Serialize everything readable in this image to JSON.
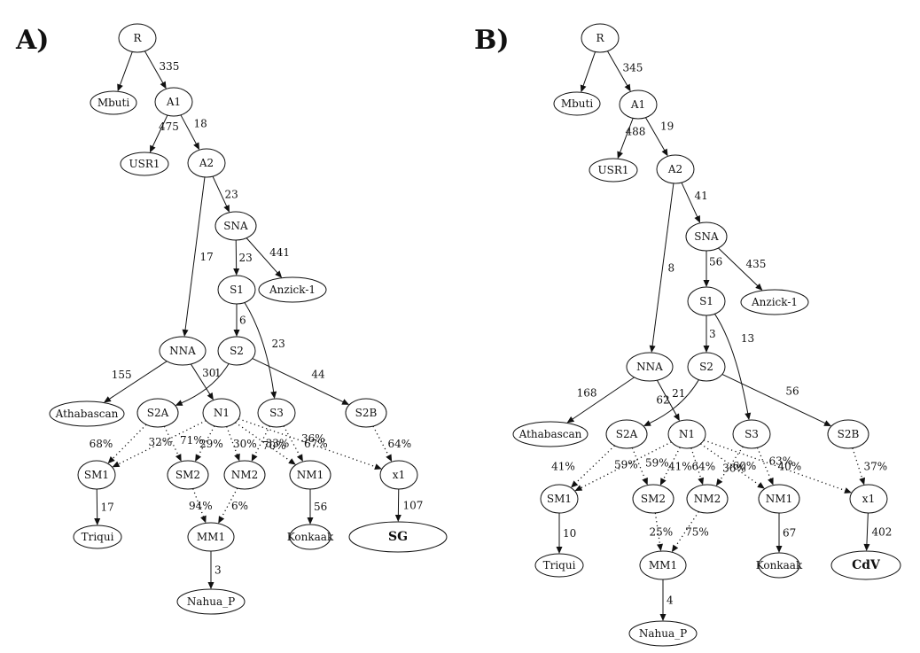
{
  "panels": [
    {
      "label": "A)",
      "nodes": [
        {
          "id": "R",
          "label": "R"
        },
        {
          "id": "Mbuti",
          "label": "Mbuti"
        },
        {
          "id": "A1",
          "label": "A1"
        },
        {
          "id": "USR1",
          "label": "USR1"
        },
        {
          "id": "A2",
          "label": "A2"
        },
        {
          "id": "SNA",
          "label": "SNA"
        },
        {
          "id": "S1",
          "label": "S1"
        },
        {
          "id": "Anzick",
          "label": "Anzick-1"
        },
        {
          "id": "NNA",
          "label": "NNA"
        },
        {
          "id": "S2",
          "label": "S2"
        },
        {
          "id": "Athabascan",
          "label": "Athabascan"
        },
        {
          "id": "S2A",
          "label": "S2A"
        },
        {
          "id": "N1",
          "label": "N1"
        },
        {
          "id": "S3",
          "label": "S3"
        },
        {
          "id": "S2B",
          "label": "S2B"
        },
        {
          "id": "SM1",
          "label": "SM1"
        },
        {
          "id": "SM2",
          "label": "SM2"
        },
        {
          "id": "NM2",
          "label": "NM2"
        },
        {
          "id": "NM1",
          "label": "NM1"
        },
        {
          "id": "x1",
          "label": "x1"
        },
        {
          "id": "Triqui",
          "label": "Triqui"
        },
        {
          "id": "MM1",
          "label": "MM1"
        },
        {
          "id": "Konkaak",
          "label": "Konkaak"
        },
        {
          "id": "Sample",
          "label": "SG",
          "bold": true
        },
        {
          "id": "Nahua",
          "label": "Nahua_P"
        }
      ],
      "edges": [
        {
          "from": "R",
          "to": "Mbuti",
          "label": ""
        },
        {
          "from": "R",
          "to": "A1",
          "label": "335"
        },
        {
          "from": "A1",
          "to": "USR1",
          "label": "475"
        },
        {
          "from": "A1",
          "to": "A2",
          "label": "18"
        },
        {
          "from": "A2",
          "to": "SNA",
          "label": "23"
        },
        {
          "from": "A2",
          "to": "NNA",
          "label": "17"
        },
        {
          "from": "SNA",
          "to": "S1",
          "label": "23"
        },
        {
          "from": "SNA",
          "to": "Anzick",
          "label": "441"
        },
        {
          "from": "S1",
          "to": "S2",
          "label": "6"
        },
        {
          "from": "S1",
          "to": "S3",
          "label": "23"
        },
        {
          "from": "NNA",
          "to": "Athabascan",
          "label": "155"
        },
        {
          "from": "NNA",
          "to": "N1",
          "label": "30"
        },
        {
          "from": "S2",
          "to": "S2A",
          "label": "1"
        },
        {
          "from": "S2",
          "to": "S2B",
          "label": "44"
        },
        {
          "from": "S2A",
          "to": "SM1",
          "label": "68%",
          "dotted": true
        },
        {
          "from": "N1",
          "to": "SM1",
          "label": "32%",
          "dotted": true
        },
        {
          "from": "S2A",
          "to": "SM2",
          "label": "71%",
          "dotted": true
        },
        {
          "from": "N1",
          "to": "SM2",
          "label": "29%",
          "dotted": true
        },
        {
          "from": "N1",
          "to": "NM2",
          "label": "30%",
          "dotted": true
        },
        {
          "from": "S3",
          "to": "NM2",
          "label": "70%",
          "dotted": true
        },
        {
          "from": "N1",
          "to": "NM1",
          "label": "33%",
          "dotted": true
        },
        {
          "from": "S3",
          "to": "NM1",
          "label": "67%",
          "dotted": true
        },
        {
          "from": "N1",
          "to": "x1",
          "label": "36%",
          "dotted": true
        },
        {
          "from": "S2B",
          "to": "x1",
          "label": "64%",
          "dotted": true
        },
        {
          "from": "SM1",
          "to": "Triqui",
          "label": "17"
        },
        {
          "from": "SM2",
          "to": "MM1",
          "label": "94%",
          "dotted": true
        },
        {
          "from": "NM2",
          "to": "MM1",
          "label": "6%",
          "dotted": true
        },
        {
          "from": "MM1",
          "to": "Nahua",
          "label": "3"
        },
        {
          "from": "NM1",
          "to": "Konkaak",
          "label": "56"
        },
        {
          "from": "x1",
          "to": "Sample",
          "label": "107"
        }
      ]
    },
    {
      "label": "B)",
      "nodes": [
        {
          "id": "R",
          "label": "R"
        },
        {
          "id": "Mbuti",
          "label": "Mbuti"
        },
        {
          "id": "A1",
          "label": "A1"
        },
        {
          "id": "USR1",
          "label": "USR1"
        },
        {
          "id": "A2",
          "label": "A2"
        },
        {
          "id": "SNA",
          "label": "SNA"
        },
        {
          "id": "S1",
          "label": "S1"
        },
        {
          "id": "Anzick",
          "label": "Anzick-1"
        },
        {
          "id": "NNA",
          "label": "NNA"
        },
        {
          "id": "S2",
          "label": "S2"
        },
        {
          "id": "Athabascan",
          "label": "Athabascan"
        },
        {
          "id": "S2A",
          "label": "S2A"
        },
        {
          "id": "N1",
          "label": "N1"
        },
        {
          "id": "S3",
          "label": "S3"
        },
        {
          "id": "S2B",
          "label": "S2B"
        },
        {
          "id": "SM1",
          "label": "SM1"
        },
        {
          "id": "SM2",
          "label": "SM2"
        },
        {
          "id": "NM2",
          "label": "NM2"
        },
        {
          "id": "NM1",
          "label": "NM1"
        },
        {
          "id": "x1",
          "label": "x1"
        },
        {
          "id": "Triqui",
          "label": "Triqui"
        },
        {
          "id": "MM1",
          "label": "MM1"
        },
        {
          "id": "Konkaak",
          "label": "Konkaak"
        },
        {
          "id": "Sample",
          "label": "CdV",
          "bold": true
        },
        {
          "id": "Nahua",
          "label": "Nahua_P"
        }
      ],
      "edges": [
        {
          "from": "R",
          "to": "Mbuti",
          "label": ""
        },
        {
          "from": "R",
          "to": "A1",
          "label": "345"
        },
        {
          "from": "A1",
          "to": "USR1",
          "label": "488"
        },
        {
          "from": "A1",
          "to": "A2",
          "label": "19"
        },
        {
          "from": "A2",
          "to": "SNA",
          "label": "41"
        },
        {
          "from": "A2",
          "to": "NNA",
          "label": "8"
        },
        {
          "from": "SNA",
          "to": "S1",
          "label": "56"
        },
        {
          "from": "SNA",
          "to": "Anzick",
          "label": "435"
        },
        {
          "from": "S1",
          "to": "S2",
          "label": "3"
        },
        {
          "from": "S1",
          "to": "S3",
          "label": "13"
        },
        {
          "from": "NNA",
          "to": "Athabascan",
          "label": "168"
        },
        {
          "from": "NNA",
          "to": "N1",
          "label": "21"
        },
        {
          "from": "S2",
          "to": "S2A",
          "label": "62"
        },
        {
          "from": "S2",
          "to": "S2B",
          "label": "56"
        },
        {
          "from": "S2A",
          "to": "SM1",
          "label": "41%",
          "dotted": true
        },
        {
          "from": "N1",
          "to": "SM1",
          "label": "59%",
          "dotted": true
        },
        {
          "from": "S2A",
          "to": "SM2",
          "label": "59%",
          "dotted": true
        },
        {
          "from": "N1",
          "to": "SM2",
          "label": "41%",
          "dotted": true
        },
        {
          "from": "N1",
          "to": "NM2",
          "label": "64%",
          "dotted": true
        },
        {
          "from": "S3",
          "to": "NM2",
          "label": "36%",
          "dotted": true
        },
        {
          "from": "N1",
          "to": "NM1",
          "label": "60%",
          "dotted": true
        },
        {
          "from": "S3",
          "to": "NM1",
          "label": "40%",
          "dotted": true
        },
        {
          "from": "N1",
          "to": "x1",
          "label": "63%",
          "dotted": true
        },
        {
          "from": "S2B",
          "to": "x1",
          "label": "37%",
          "dotted": true
        },
        {
          "from": "SM1",
          "to": "Triqui",
          "label": "10"
        },
        {
          "from": "SM2",
          "to": "MM1",
          "label": "25%",
          "dotted": true
        },
        {
          "from": "NM2",
          "to": "MM1",
          "label": "75%",
          "dotted": true
        },
        {
          "from": "MM1",
          "to": "Nahua",
          "label": "4"
        },
        {
          "from": "NM1",
          "to": "Konkaak",
          "label": "67"
        },
        {
          "from": "x1",
          "to": "Sample",
          "label": "402"
        }
      ]
    }
  ]
}
